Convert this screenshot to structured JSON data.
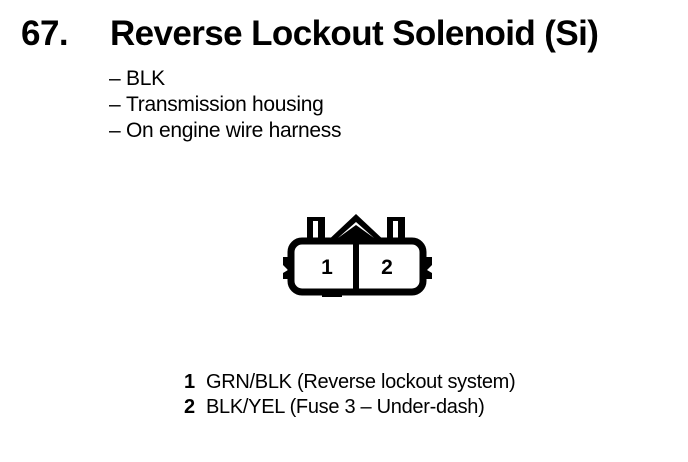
{
  "page": {
    "background_color": "#ffffff",
    "ink_color": "#000000"
  },
  "header": {
    "item_number": "67.",
    "title": "Reverse Lockout Solenoid (Si)"
  },
  "specs": {
    "dash": "–",
    "items": [
      {
        "text": "BLK"
      },
      {
        "text": "Transmission housing"
      },
      {
        "text": "On engine wire harness"
      }
    ]
  },
  "connector": {
    "name": "2-cavity connector pictogram",
    "cavity_count": 2,
    "cavities": [
      {
        "number": "1"
      },
      {
        "number": "2"
      }
    ],
    "features": [
      "left-locking-tab",
      "right-locking-tab",
      "center-peak-ridge",
      "left-side-nub",
      "right-side-nub",
      "bottom-tab",
      "center-divider"
    ]
  },
  "legend": {
    "rows": [
      {
        "pin": "1",
        "text": "GRN/BLK (Reverse lockout system)"
      },
      {
        "pin": "2",
        "text": "BLK/YEL (Fuse 3 – Under-dash)"
      }
    ]
  }
}
